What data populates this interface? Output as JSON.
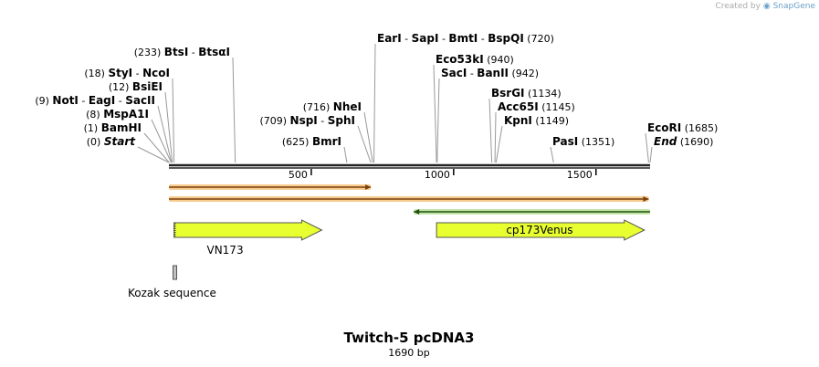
{
  "credit": {
    "prefix": "Created by",
    "brand": "SnapGene"
  },
  "sequence": {
    "title": "Twitch-5 pcDNA3",
    "length_label": "1690 bp",
    "length": 1690
  },
  "axis": {
    "ticks": [
      {
        "pos": 500,
        "label": "500"
      },
      {
        "pos": 1000,
        "label": "1000"
      },
      {
        "pos": 1500,
        "label": "1500"
      }
    ]
  },
  "sites": [
    {
      "names": [
        "Start"
      ],
      "pos_label": "(0)",
      "pos": 0,
      "italic": true
    },
    {
      "names": [
        "BamHI"
      ],
      "pos_label": "(1)",
      "pos": 1
    },
    {
      "names": [
        "MspA1I"
      ],
      "pos_label": "(8)",
      "pos": 8
    },
    {
      "names": [
        "NotI",
        "EagI",
        "SacII"
      ],
      "pos_label": "(9)",
      "pos": 9
    },
    {
      "names": [
        "BsiEI"
      ],
      "pos_label": "(12)",
      "pos": 12
    },
    {
      "names": [
        "StyI",
        "NcoI"
      ],
      "pos_label": "(18)",
      "pos": 18
    },
    {
      "names": [
        "BtsI",
        "BtsαI"
      ],
      "pos_label": "(233)",
      "pos": 233
    },
    {
      "names": [
        "BmrI"
      ],
      "pos_label": "(625)",
      "pos": 625
    },
    {
      "names": [
        "NspI",
        "SphI"
      ],
      "pos_label": "(709)",
      "pos": 709
    },
    {
      "names": [
        "NheI"
      ],
      "pos_label": "(716)",
      "pos": 716
    },
    {
      "names": [
        "EarI",
        "SapI",
        "BmtI",
        "BspQI"
      ],
      "pos_label": "(720)",
      "pos": 720
    },
    {
      "names": [
        "Eco53kI"
      ],
      "pos_label": "(940)",
      "pos": 940
    },
    {
      "names": [
        "SacI",
        "BanII"
      ],
      "pos_label": "(942)",
      "pos": 942
    },
    {
      "names": [
        "BsrGI"
      ],
      "pos_label": "(1134)",
      "pos": 1134
    },
    {
      "names": [
        "Acc65I"
      ],
      "pos_label": "(1145)",
      "pos": 1145
    },
    {
      "names": [
        "KpnI"
      ],
      "pos_label": "(1149)",
      "pos": 1149
    },
    {
      "names": [
        "PasI"
      ],
      "pos_label": "(1351)",
      "pos": 1351
    },
    {
      "names": [
        "EcoRI"
      ],
      "pos_label": "(1685)",
      "pos": 1685
    },
    {
      "names": [
        "End"
      ],
      "pos_label": "(1690)",
      "pos": 1690,
      "italic": true
    }
  ],
  "primers": [
    {
      "start": 0,
      "end": 709,
      "direction": "forward",
      "color": "#f0a030",
      "line": "#7a4010"
    },
    {
      "start": 0,
      "end": 1685,
      "direction": "forward",
      "color": "#f0a030",
      "line": "#7a4010"
    },
    {
      "start": 860,
      "end": 1690,
      "direction": "reverse",
      "color": "#90d060",
      "line": "#205010"
    }
  ],
  "features": [
    {
      "name": "VN173",
      "start": 18,
      "end": 537,
      "color": "#e8ff30",
      "label_below": true
    },
    {
      "name": "cp173Venus",
      "start": 940,
      "end": 1670,
      "color": "#e8ff30",
      "label_below": false
    }
  ],
  "kozak": {
    "name": "Kozak sequence",
    "start": 8,
    "end": 18,
    "color": "#c0c0c0"
  }
}
